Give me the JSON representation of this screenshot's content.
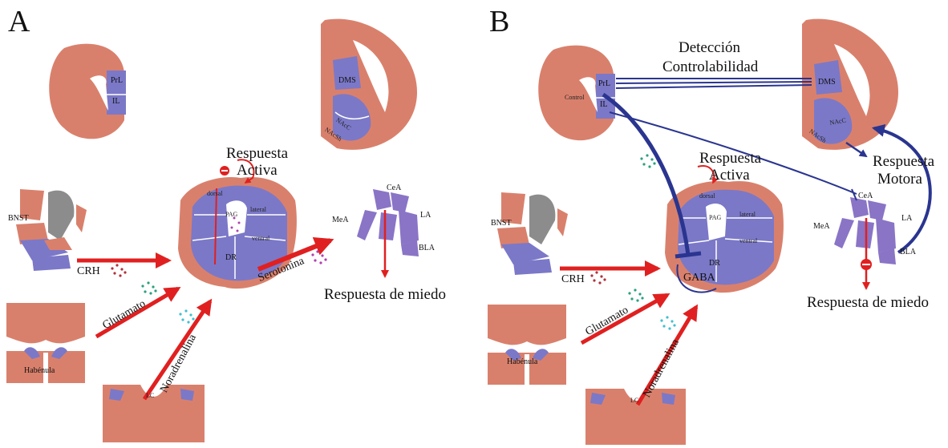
{
  "panels": {
    "a": {
      "letter": "A",
      "regions": {
        "prl": "PrL",
        "il": "IL",
        "dms": "DMS",
        "nacc": "NAcC",
        "nacsh": "NAcSh",
        "bnst": "BNST",
        "habenula": "Habénula",
        "lc": "LC",
        "dorsal": "dorsal",
        "lateral": "lateral",
        "pag": "PAG",
        "ventral": "ventral",
        "dr": "DR",
        "cea": "CeA",
        "mea": "MeA",
        "la": "LA",
        "bla": "BLA"
      },
      "pathways": {
        "crh": "CRH",
        "glutamato": "Glutamato",
        "noradrenalina": "Noradrenalina",
        "serotonina": "Serotonina"
      },
      "responses": {
        "activa_1": "Respuesta",
        "activa_2": "Activa",
        "miedo": "Respuesta de miedo"
      }
    },
    "b": {
      "letter": "B",
      "regions": {
        "prl": "PrL",
        "il": "IL",
        "control": "Control",
        "dms": "DMS",
        "nacc": "NAcC",
        "nacsh": "NAcSh",
        "bnst": "BNST",
        "habenula": "Habénula",
        "lc": "LC",
        "dorsal": "dorsal",
        "lateral": "lateral",
        "pag": "PAG",
        "ventral": "ventral",
        "dr": "DR",
        "cea": "CeA",
        "mea": "MeA",
        "la": "LA",
        "bla": "BLA",
        "gaba": "GABA"
      },
      "pathways": {
        "crh": "CRH",
        "glutamato": "Glutamato",
        "noradrenalina": "Noradrenalina"
      },
      "detection_1": "Detección",
      "detection_2": "Controlabilidad",
      "responses": {
        "activa_1": "Respuesta",
        "activa_2": "Activa",
        "motora_1": "Respuesta",
        "motora_2": "Motora",
        "miedo": "Respuesta de miedo"
      }
    }
  },
  "colors": {
    "tissue": "#d9806c",
    "region": "#7b78c8",
    "amygdala": "#8a74c6",
    "excitatory_arrow": "#e02020",
    "inhibitory_pathway": "#2a3590",
    "white_matter": "#ffffff",
    "grey_structure": "#8c8c8c",
    "crh_dots": "#b0303a",
    "glutamate_dots": "#2aa080",
    "noradrenaline_dots": "#40c0d0",
    "serotonin_dots": "#b040b0"
  }
}
